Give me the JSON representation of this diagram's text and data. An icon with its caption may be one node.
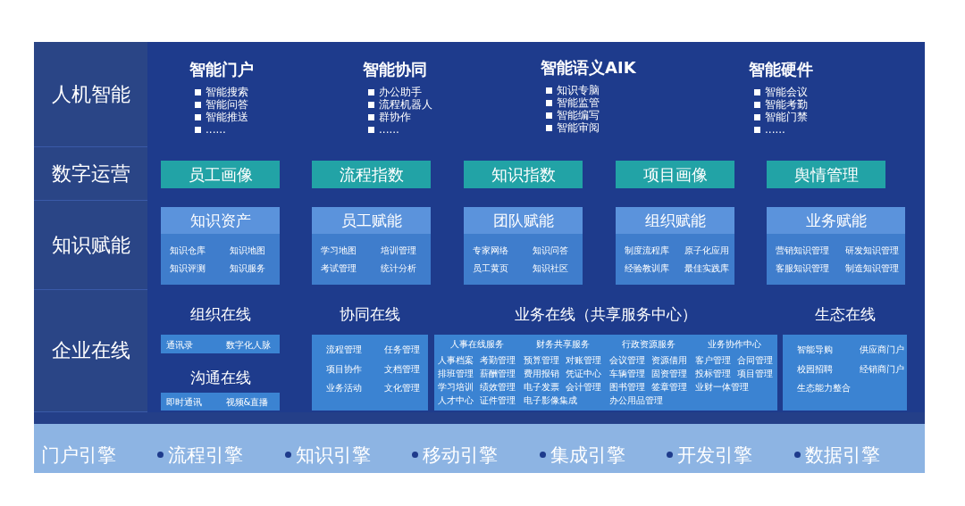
{
  "diagram": {
    "nodes": [
      {
        "text": [
          "人机智能"
        ]
      },
      {
        "text": [
          "智能门户",
          "智能搜索",
          "智能问答",
          "智能推送",
          "......"
        ],
        "in": 0
      },
      {
        "text": [
          "智能协同",
          "办公助手",
          "流程机器人",
          "群协作",
          "......"
        ],
        "in": 0
      },
      {
        "text": [
          "智能语义AIK",
          "知识专脑",
          "智能监管",
          "智能编写",
          "智能审阅"
        ],
        "in": 0
      },
      {
        "text": [
          "智能硬件",
          "智能会议",
          "智能考勤",
          "智能门禁",
          "......"
        ],
        "in": 0
      },
      {
        "text": [
          "数字运营"
        ]
      },
      {
        "text": [
          "员工画像"
        ],
        "in": 5
      },
      {
        "text": [
          "流程指数"
        ],
        "in": 5
      },
      {
        "text": [
          "知识指数"
        ],
        "in": 5
      },
      {
        "text": [
          "项目画像"
        ],
        "in": 5
      },
      {
        "text": [
          "舆情管理"
        ],
        "in": 5
      },
      {
        "text": [
          "知识赋能"
        ]
      },
      {
        "text": [
          "知识资产",
          "知识仓库",
          "知识地图",
          "知识评测",
          "知识服务"
        ],
        "in": 11
      },
      {
        "text": [
          "员工赋能",
          "学习地图",
          "培训管理",
          "考试管理",
          "统计分析"
        ],
        "in": 11
      },
      {
        "text": [
          "团队赋能",
          "专家网络",
          "知识问答",
          "员工黄页",
          "知识社区"
        ],
        "in": 11
      },
      {
        "text": [
          "组织赋能",
          "制度流程库",
          "原子化应用",
          "经验教训库",
          "最佳实践库"
        ],
        "in": 11
      },
      {
        "text": [
          "业务赋能",
          "营销知识管理",
          "研发知识管理",
          "客服知识管理",
          "制造知识管理"
        ],
        "in": 11
      },
      {
        "text": [
          "企业在线"
        ]
      },
      {
        "text": [
          "组织在线",
          "通讯录",
          "数字化人脉"
        ],
        "in": 17
      },
      {
        "text": [
          "沟通在线",
          "即时通讯",
          "视频&直播"
        ],
        "in": 17
      },
      {
        "text": [
          "协同在线",
          "流程管理",
          "任务管理",
          "项目协作",
          "文档管理",
          "业务活动",
          "文化管理"
        ],
        "in": 17
      },
      {
        "text": [
          "业务在线（共享服务中心）"
        ],
        "in": 17
      },
      {
        "text": [
          "人事在线服务",
          "人事档案",
          "考勤管理",
          "排班管理",
          "薪酬管理",
          "学习培训",
          "绩效管理",
          "人才中心",
          "证件管理"
        ],
        "in": 21
      },
      {
        "text": [
          "财务共享服务",
          "预算管理",
          "对账管理",
          "费用报销",
          "凭证中心",
          "电子发票",
          "会计管理",
          "电子影像集成"
        ],
        "in": 21
      },
      {
        "text": [
          "行政资源服务",
          "会议管理",
          "资源借用",
          "车辆管理",
          "固资管理",
          "图书管理",
          "签章管理",
          "办公用品管理"
        ],
        "in": 21
      },
      {
        "text": [
          "业务协作中心",
          "客户管理",
          "合同管理",
          "投标管理",
          "项目管理",
          "业财一体管理"
        ],
        "in": 21
      },
      {
        "text": [
          "生态在线",
          "智能导购",
          "供应商门户",
          "校园招聘",
          "经销商门户",
          "生态能力整合"
        ],
        "in": 17
      }
    ],
    "labels": [
      "门户引擎",
      "流程引擎",
      "知识引擎",
      "移动引擎",
      "集成引擎",
      "开发引擎",
      "数据引擎"
    ]
  }
}
